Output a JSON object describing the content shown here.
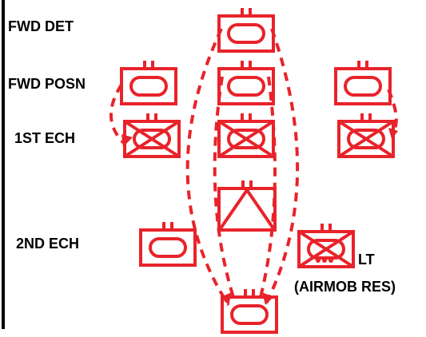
{
  "labels": {
    "fwd_det": "FWD DET",
    "fwd_posn": "FWD POSN",
    "first_ech": "1ST ECH",
    "second_ech": "2ND ECH",
    "lt": "LT",
    "airmob_res": "(AIRMOB RES)"
  },
  "colors": {
    "symbol": "#e8232a",
    "text": "#000000",
    "axis": "#000000"
  },
  "units": [
    {
      "name": "fwd-det-recon-symbol",
      "type": "recon"
    },
    {
      "name": "fwd-posn-left-recon-symbol",
      "type": "recon"
    },
    {
      "name": "fwd-posn-center-recon-symbol",
      "type": "recon"
    },
    {
      "name": "fwd-posn-right-recon-symbol",
      "type": "recon"
    },
    {
      "name": "first-ech-left-armored-infantry-symbol",
      "type": "armored-infantry"
    },
    {
      "name": "first-ech-center-armored-infantry-symbol",
      "type": "armored-infantry"
    },
    {
      "name": "first-ech-right-armored-infantry-symbol",
      "type": "armored-infantry"
    },
    {
      "name": "second-ech-recon-symbol",
      "type": "recon"
    },
    {
      "name": "second-ech-artillery-symbol",
      "type": "artillery"
    },
    {
      "name": "airmobile-reserve-symbol",
      "type": "light-airmobile-infantry"
    },
    {
      "name": "rear-recon-symbol",
      "type": "recon"
    }
  ]
}
